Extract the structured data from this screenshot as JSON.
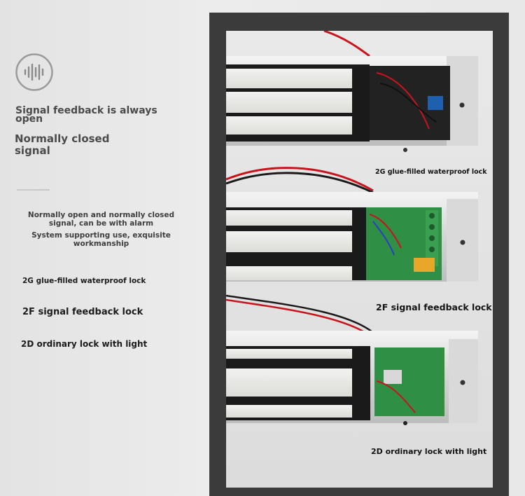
{
  "left_panel": {
    "logo_icon": "sound-wave-icon",
    "heading_1": "Signal feedback is always open",
    "heading_2": "Normally closed signal",
    "description_1": "Normally open and normally closed signal, can be with alarm",
    "description_2": "System supporting use, exquisite workmanship",
    "tags": [
      "2G glue-filled waterproof lock",
      "2F signal feedback lock",
      "2D ordinary lock with light"
    ]
  },
  "photo": {
    "labels": [
      "2G glue-filled waterproof lock",
      "2F signal feedback lock",
      "2D ordinary lock with light"
    ]
  },
  "colors": {
    "background": "#e7e7e7",
    "frame": "#3b3b3b",
    "pcb_green": "#2f8f45",
    "wire_red": "#c8141c",
    "wire_black": "#1a1a1a"
  }
}
